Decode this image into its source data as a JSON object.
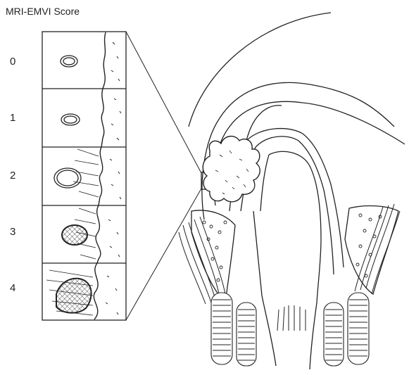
{
  "title": "MRI-EMVI Score",
  "scores": [
    {
      "label": "0"
    },
    {
      "label": "1"
    },
    {
      "label": "2"
    },
    {
      "label": "3"
    },
    {
      "label": "4"
    }
  ],
  "colors": {
    "ink": "#222222",
    "background": "#ffffff"
  }
}
